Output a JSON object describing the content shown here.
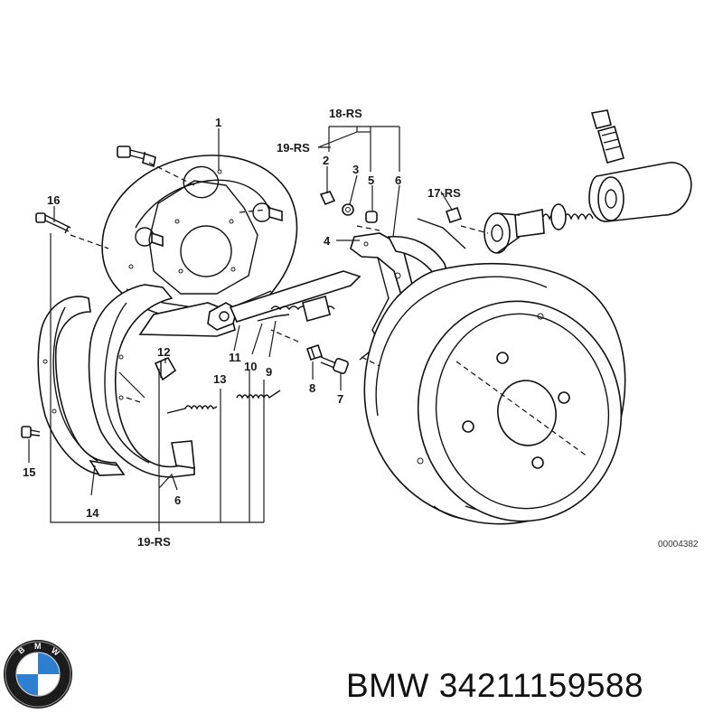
{
  "labels": {
    "l1": "1",
    "l2": "2",
    "l3": "3",
    "l4": "4",
    "l5": "5",
    "l6_top": "6",
    "l6_bottom": "6",
    "l7": "7",
    "l8": "8",
    "l9": "9",
    "l10": "10",
    "l11": "11",
    "l12": "12",
    "l13": "13",
    "l14": "14",
    "l15": "15",
    "l16": "16",
    "l17": "17-RS",
    "l18": "18-RS",
    "l19_top": "19-RS",
    "l19_bottom": "19-RS"
  },
  "ref_number": "00004382",
  "caption": "BMW 34211159588",
  "logo": {
    "name": "bmw-logo-icon",
    "letters": "BMW",
    "colors": {
      "blue": "#2f7fd0",
      "white": "#ffffff",
      "ring": "#1c1c1c"
    }
  }
}
